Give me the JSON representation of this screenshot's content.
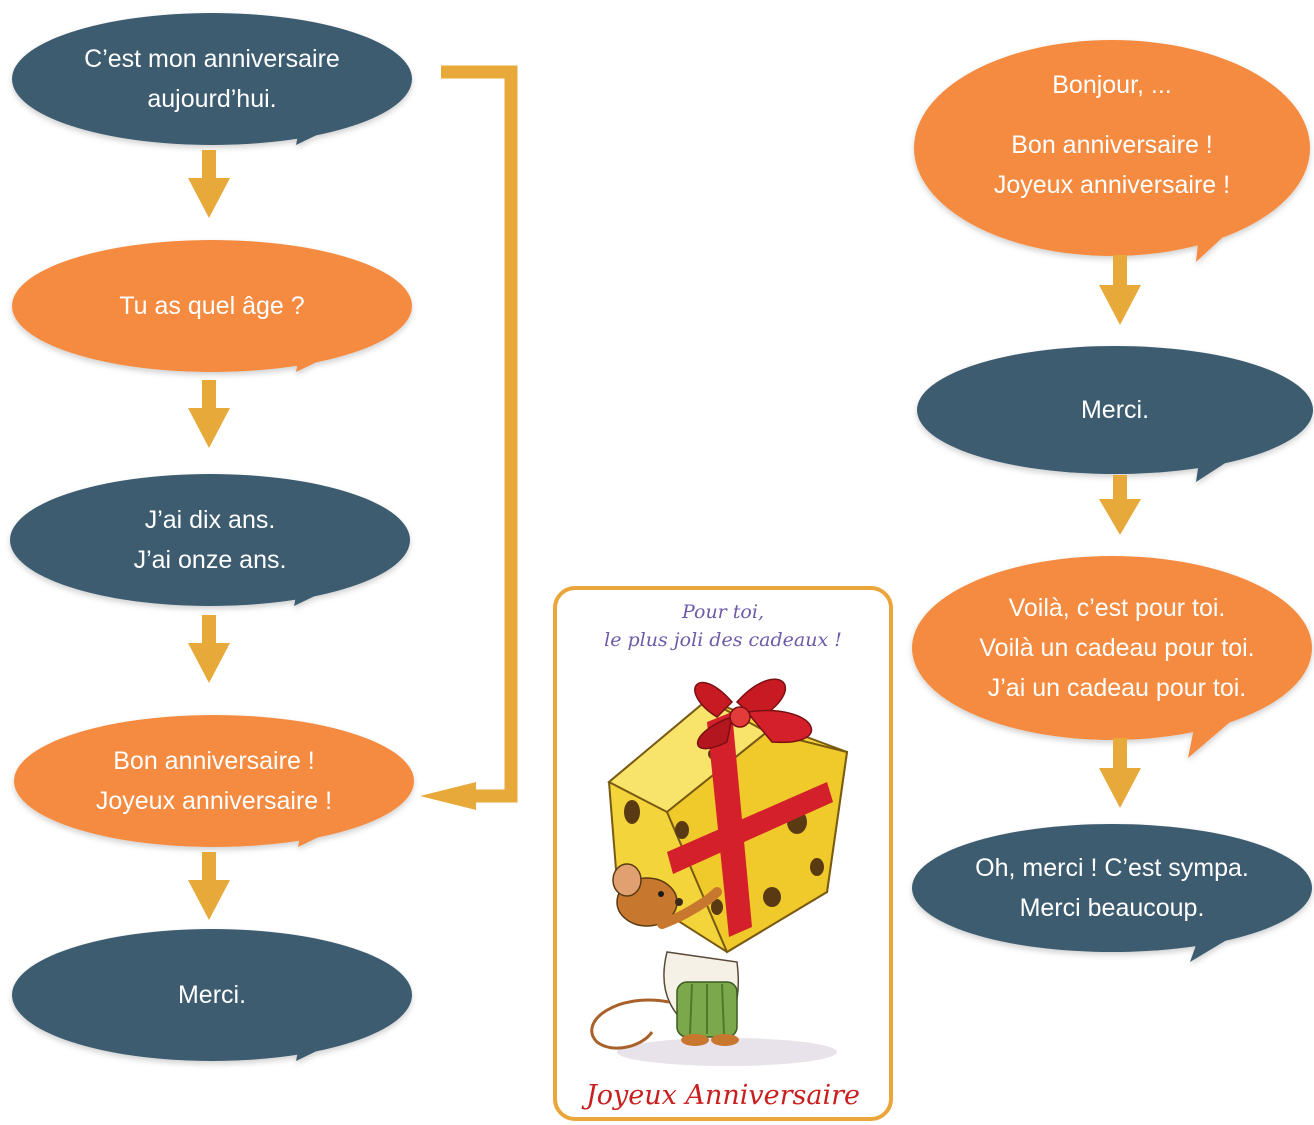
{
  "colors": {
    "blue_bubble": "#3c5c70",
    "orange_bubble": "#f48b3f",
    "arrow": "#e7a93a",
    "card_border": "#eaa63b",
    "card_message": "#6d5aa8",
    "card_title": "#c8201f"
  },
  "left_column": [
    {
      "style": "blue",
      "lines": [
        "C’est mon anniversaire",
        "aujourd’hui."
      ]
    },
    {
      "style": "orange",
      "lines": [
        "Tu as quel âge ?"
      ]
    },
    {
      "style": "blue",
      "lines": [
        "J’ai dix ans.",
        "J’ai onze ans."
      ]
    },
    {
      "style": "orange",
      "lines": [
        "Bon anniversaire !",
        "Joyeux anniversaire !"
      ]
    },
    {
      "style": "blue",
      "lines": [
        "Merci."
      ]
    }
  ],
  "right_column": [
    {
      "style": "orange",
      "greeting": "Bonjour, ...",
      "lines": [
        "Bon anniversaire !",
        "Joyeux anniversaire !"
      ]
    },
    {
      "style": "blue",
      "lines": [
        "Merci."
      ]
    },
    {
      "style": "orange",
      "lines": [
        "Voilà, c’est pour toi.",
        "Voilà un cadeau pour toi.",
        "J’ai un cadeau pour toi."
      ]
    },
    {
      "style": "blue",
      "lines": [
        "Oh, merci ! C’est sympa.",
        "Merci beaucoup."
      ]
    }
  ],
  "card": {
    "message_lines": [
      "Pour toi,",
      "le plus joli des cadeaux !"
    ],
    "title": "Joyeux Anniversaire"
  }
}
